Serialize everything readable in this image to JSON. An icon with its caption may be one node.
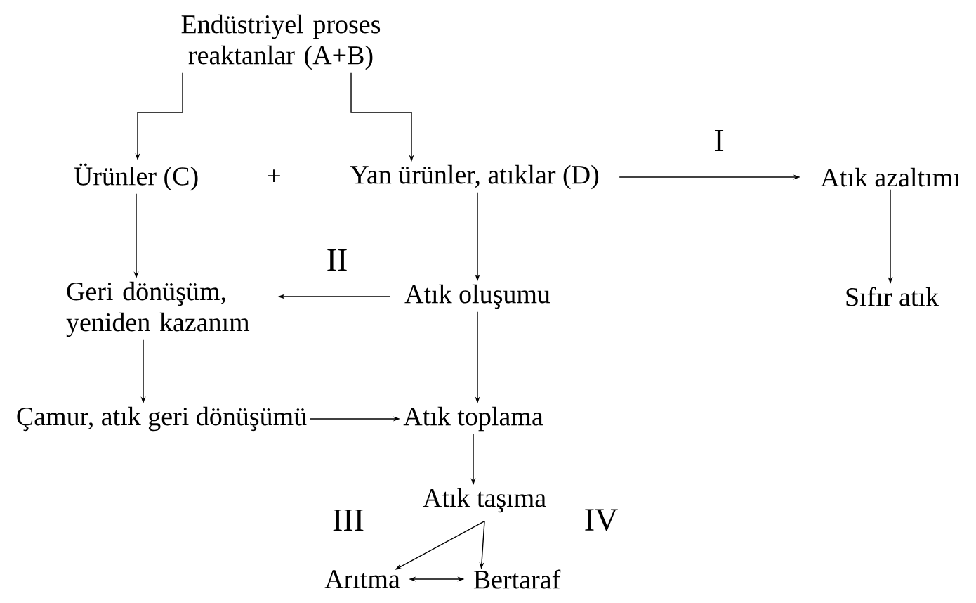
{
  "diagram": {
    "nodes": [
      {
        "text": [
          "Endüstriyel proses reaktanlar (A+B)"
        ]
      },
      {
        "text": [
          "Ürünler (C)"
        ]
      },
      {
        "text": [
          "Yan ürünler, atıklar (D)"
        ]
      },
      {
        "text": [
          "Atık azaltımı"
        ]
      },
      {
        "text": [
          "Sıfır atık"
        ]
      },
      {
        "text": [
          "Geri dönüşüm, yeniden kazanım"
        ]
      },
      {
        "text": [
          "Atık oluşumu"
        ]
      },
      {
        "text": [
          "Çamur, atık geri dönüşümü"
        ]
      },
      {
        "text": [
          "Atık toplama"
        ]
      },
      {
        "text": [
          "Atık taşıma"
        ]
      },
      {
        "text": [
          "Arıtma"
        ]
      },
      {
        "text": [
          "Bertaraf"
        ]
      }
    ],
    "edges": [
      {
        "from": 0,
        "to": 1,
        "arrow": "to"
      },
      {
        "from": 0,
        "to": 2,
        "arrow": "to"
      },
      {
        "from": 2,
        "to": 3,
        "arrow": "to",
        "label": "I"
      },
      {
        "from": 3,
        "to": 4,
        "arrow": "to"
      },
      {
        "from": 1,
        "to": 5,
        "arrow": "to"
      },
      {
        "from": 2,
        "to": 6,
        "arrow": "to"
      },
      {
        "from": 6,
        "to": 5,
        "arrow": "to",
        "label": "II"
      },
      {
        "from": 5,
        "to": 7,
        "arrow": "to"
      },
      {
        "from": 6,
        "to": 8,
        "arrow": "to"
      },
      {
        "from": 7,
        "to": 8,
        "arrow": "to"
      },
      {
        "from": 8,
        "to": 9,
        "arrow": "to"
      },
      {
        "from": 9,
        "to": 10,
        "arrow": "to",
        "label": "III"
      },
      {
        "from": 9,
        "to": 11,
        "arrow": "to",
        "label": "IV"
      },
      {
        "from": 10,
        "to": 11,
        "arrow": "both"
      }
    ],
    "labels": [
      "+"
    ]
  }
}
